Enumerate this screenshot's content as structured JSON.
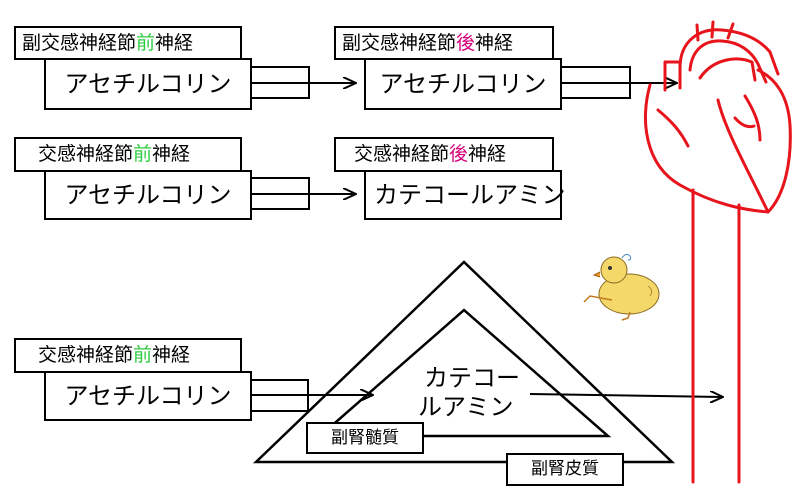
{
  "colors": {
    "pre_highlight": "#2ecc40",
    "post_highlight": "#d6007a",
    "heart": "#e8141c"
  },
  "row1": {
    "pre_neuron": {
      "prefix": "副交感神経節",
      "highlight": "前",
      "suffix": "神経"
    },
    "pre_transmitter": "アセチルコリン",
    "post_neuron": {
      "prefix": "副交感神経節",
      "highlight": "後",
      "suffix": "神経"
    },
    "post_transmitter": "アセチルコリン"
  },
  "row2": {
    "pre_neuron": {
      "prefix": "交感神経節",
      "highlight": "前",
      "suffix": "神経"
    },
    "pre_transmitter": "アセチルコリン",
    "post_neuron": {
      "prefix": "交感神経節",
      "highlight": "後",
      "suffix": "神経"
    },
    "post_transmitter": "カテコールアミン"
  },
  "row3": {
    "pre_neuron": {
      "prefix": "交感神経節",
      "highlight": "前",
      "suffix": "神経"
    },
    "pre_transmitter": "アセチルコリン",
    "released": {
      "line1": "カテコー",
      "line2": "ルアミン"
    },
    "medulla": "副腎髄質",
    "cortex": "副腎皮質"
  },
  "icons": [
    "heart-icon",
    "chick-icon"
  ]
}
